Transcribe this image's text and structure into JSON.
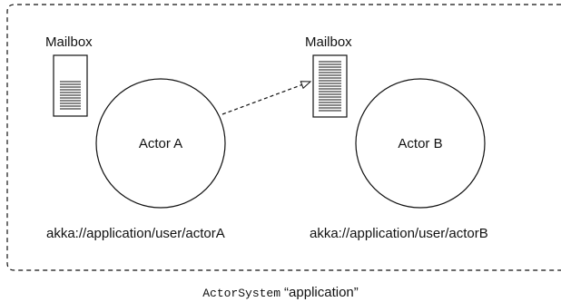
{
  "actor_system": {
    "class_label": "ActorSystem",
    "name_label": "“application”"
  },
  "actors": [
    {
      "name": "Actor A",
      "mailbox_label": "Mailbox",
      "path": "akka://application/user/actorA"
    },
    {
      "name": "Actor B",
      "mailbox_label": "Mailbox",
      "path": "akka://application/user/actorB"
    }
  ]
}
